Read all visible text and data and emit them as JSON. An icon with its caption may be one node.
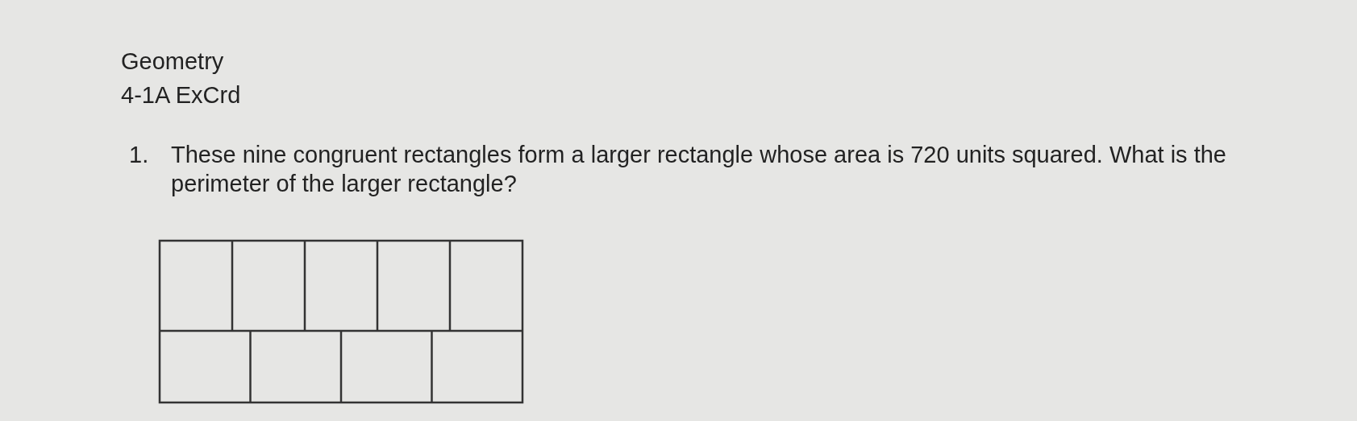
{
  "diagram": {
    "labels": [
      "Geometry",
      "4-1A ExCrd",
      "1.",
      "These nine congruent rectangles form a larger rectangle whose area is 720 units squared. What is the perimeter of the larger rectangle?"
    ]
  }
}
